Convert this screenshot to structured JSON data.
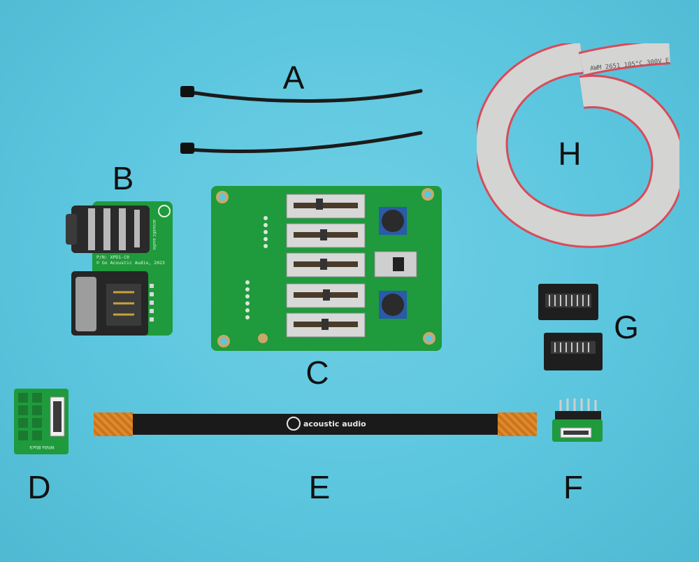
{
  "photo": {
    "background_color": "#5cc6df",
    "labels": {
      "a": "A",
      "b": "B",
      "c": "C",
      "d": "D",
      "e": "E",
      "f": "F",
      "g": "G",
      "h": "H"
    }
  },
  "components": {
    "jack_board": {
      "part_number": "P/N: XPD1-C0",
      "copyright": "© Go Acoustic Audio, 2023",
      "brand": "acoustic audio"
    },
    "flex_cable": {
      "brand": "acoustic audio"
    },
    "small_board": {
      "side_labels": "White Black"
    },
    "ribbon_cable": {
      "print": "AWM 2651 105°C 300V E"
    }
  },
  "colors": {
    "pcb_green": "#1f9a3c",
    "flex_black": "#1a1a1a",
    "flex_orange": "#e08a2a",
    "ribbon_grey": "#d4d4d2",
    "ribbon_red_stripe": "#d94a5a"
  }
}
